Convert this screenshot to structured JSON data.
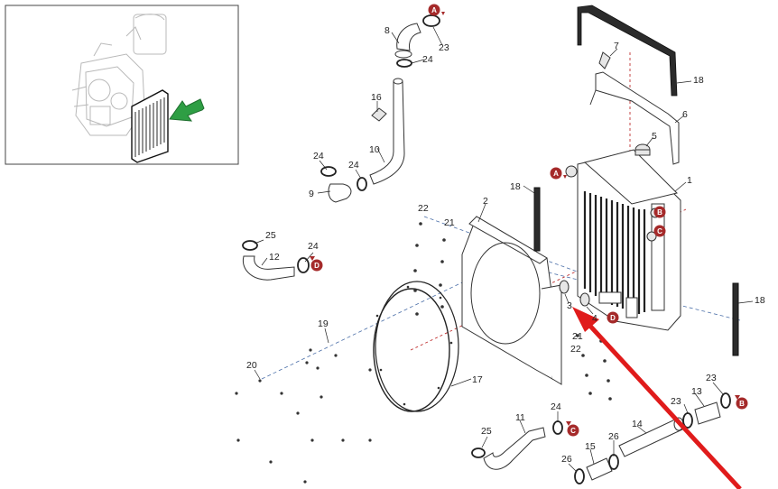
{
  "labels": {
    "p1": "1",
    "p2": "2",
    "p3": "3",
    "p4": "4",
    "p5": "5",
    "p6": "6",
    "p7": "7",
    "p8": "8",
    "p9": "9",
    "p10": "10",
    "p11": "11",
    "p12": "12",
    "p13": "13",
    "p14": "14",
    "p15": "15",
    "p16": "16",
    "p17": "17",
    "p18a": "18",
    "p18b": "18",
    "p18c": "18",
    "p19": "19",
    "p20": "20",
    "p21a": "21",
    "p21b": "21",
    "p22a": "22",
    "p22b": "22",
    "p23a": "23",
    "p23b": "23",
    "p23c": "23",
    "p24a": "24",
    "p24b": "24",
    "p24c": "24",
    "p24d": "24",
    "p24e": "24",
    "p25a": "25",
    "p25b": "25",
    "p26a": "26",
    "p26b": "26"
  },
  "connection_badges": {
    "a1": "A",
    "a2": "A",
    "b1": "B",
    "b2": "B",
    "c1": "C",
    "c2": "C",
    "d1": "D",
    "d2": "D"
  },
  "colors": {
    "badge": "#a52a2a",
    "pointer_arrow": "#e01b1b",
    "inset_arrow": "#2e9e44",
    "axis_blue": "#4a6ea8",
    "axis_red": "#c03030"
  }
}
